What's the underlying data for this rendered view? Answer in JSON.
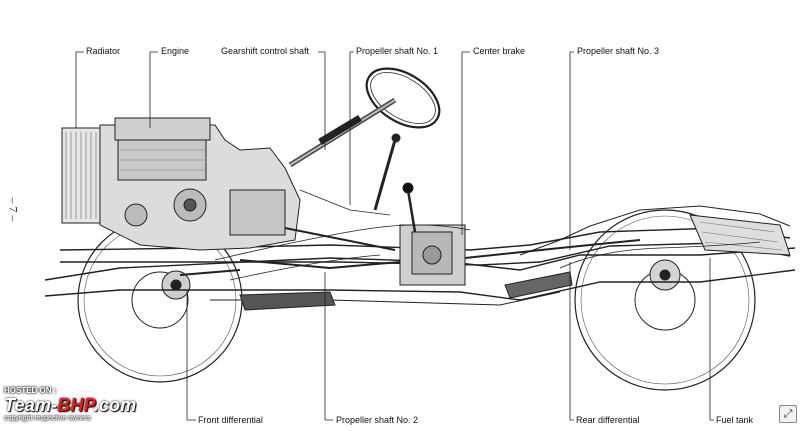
{
  "labels": {
    "radiator": "Radiator",
    "engine": "Engine",
    "gearshift": "Gearshift control shaft",
    "prop1": "Propeller shaft No. 1",
    "center_brake": "Center brake",
    "prop3": "Propeller shaft No. 3",
    "front_diff": "Front differential",
    "prop2": "Propeller shaft No. 2",
    "rear_diff": "Rear differential",
    "fuel_tank": "Fuel tank"
  },
  "page_number": "– 7 –",
  "watermark": {
    "hosted": "HOSTED ON :",
    "logo_team": "Team-",
    "logo_bhp": "BHP",
    "logo_com": ".com",
    "copyright": "copyright respective owners"
  },
  "ui": {
    "expand_icon": "expand-icon"
  }
}
